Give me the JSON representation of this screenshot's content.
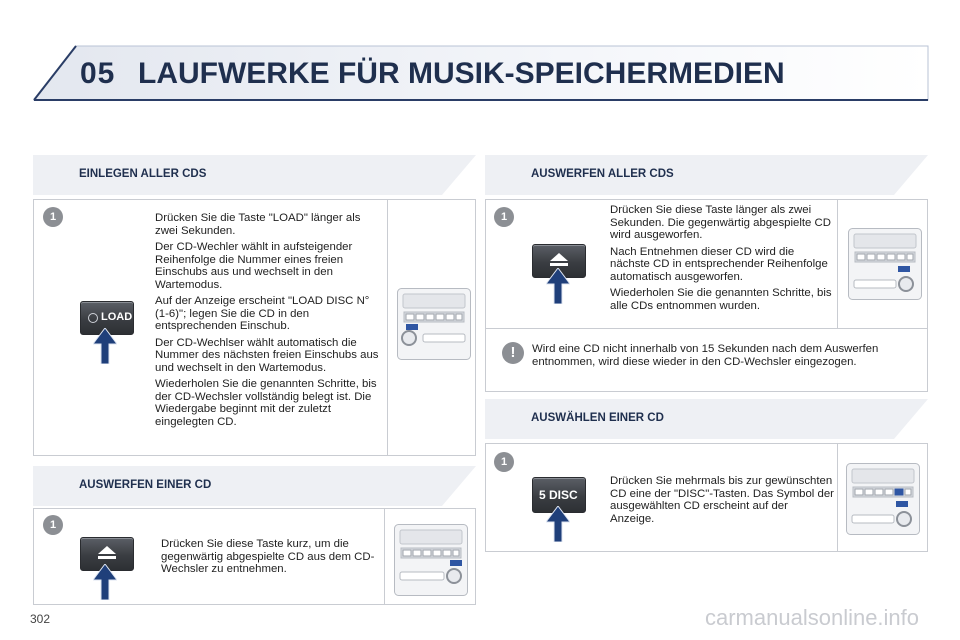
{
  "header": {
    "chapter": "05",
    "title": "LAUFWERKE FÜR MUSIK-SPEICHERMEDIEN"
  },
  "sections": {
    "insert_all": {
      "heading": "EINLEGEN ALLER CDS",
      "step": "1",
      "button_label": "LOAD",
      "paragraphs": [
        "Drücken Sie die Taste \"LOAD\" länger als zwei Sekunden.",
        "Der CD-Wechler wählt in aufsteigender Reihenfolge die Nummer eines freien Einschubs aus und wechselt in den Wartemodus.",
        "Auf der Anzeige erscheint \"LOAD DISC N° (1-6)\"; legen Sie die CD in den entsprechenden Einschub.",
        "Der CD-Wechlser wählt automatisch die Nummer des nächsten freien Einschubs aus und wechselt in den Wartemodus.",
        "Wiederholen Sie die genannten Schritte, bis der CD-Wechsler vollständig belegt ist. Die Wiedergabe beginnt mit der zuletzt eingelegten CD."
      ]
    },
    "eject_one": {
      "heading": "AUSWERFEN EINER CD",
      "step": "1",
      "text": "Drücken Sie diese Taste kurz, um die gegenwärtig abgespielte CD aus dem CD-Wechsler zu entnehmen."
    },
    "eject_all": {
      "heading": "AUSWERFEN ALLER CDS",
      "step": "1",
      "paragraphs": [
        "Drücken Sie diese Taste länger als zwei Sekunden. Die gegenwärtig abgespielte CD wird ausgeworfen.",
        "Nach Entnehmen dieser CD wird die nächste CD in entsprechender Reihenfolge automatisch ausgeworfen.",
        "Wiederholen Sie die genannten Schritte, bis alle CDs entnommen wurden."
      ],
      "warning_symbol": "!",
      "warning": "Wird eine CD nicht innerhalb von 15 Sekunden nach dem Auswerfen entnommen, wird diese wieder in den CD-Wechsler eingezogen."
    },
    "select_one": {
      "heading": "AUSWÄHLEN EINER CD",
      "step": "1",
      "button_label": "5 DISC",
      "text": "Drücken Sie mehrmals bis zur gewünschten CD eine der \"DISC\"-Tasten. Das Symbol der ausgewählten CD erscheint auf der Anzeige."
    }
  },
  "footer": {
    "page_number": "302",
    "watermark": "carmanualsonline.info"
  },
  "colors": {
    "title": "#1f2f4e",
    "arrow": "#1f3f7a",
    "step_badge": "#8c8f94",
    "border": "#c9ccd2"
  },
  "icons": [
    "eject-icon",
    "up-arrow-icon",
    "warning-icon",
    "radio-unit-icon"
  ]
}
